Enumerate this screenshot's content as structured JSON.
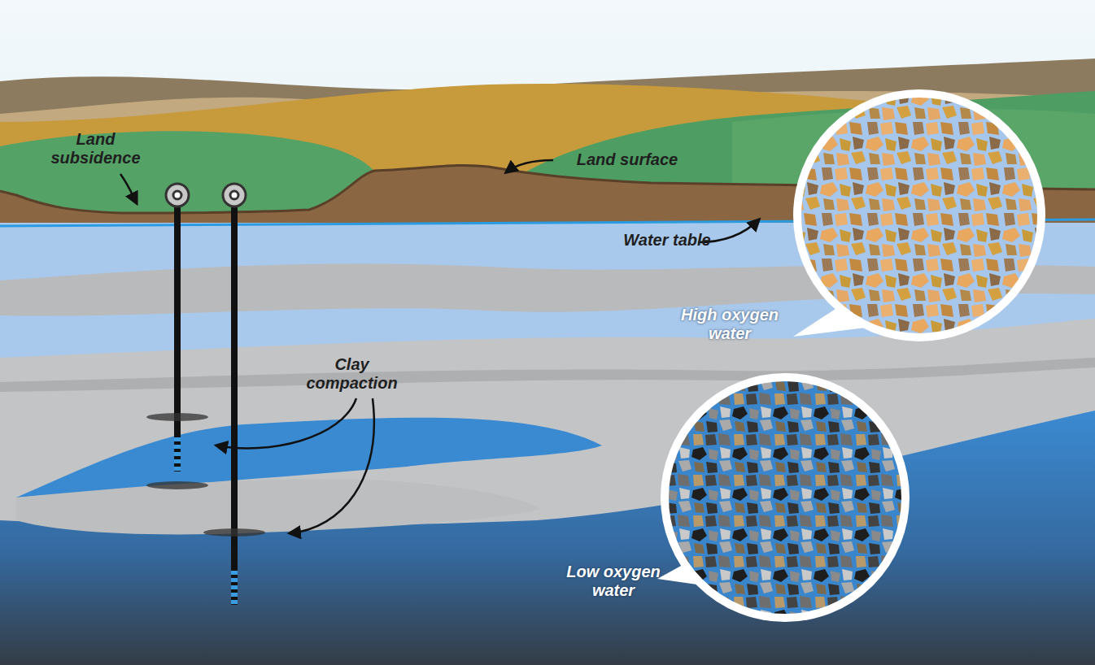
{
  "diagram": {
    "labels": [
      "Land subsidence",
      "Land surface",
      "Water table",
      "High oxygen water",
      "Clay compaction",
      "Low oxygen water"
    ]
  }
}
